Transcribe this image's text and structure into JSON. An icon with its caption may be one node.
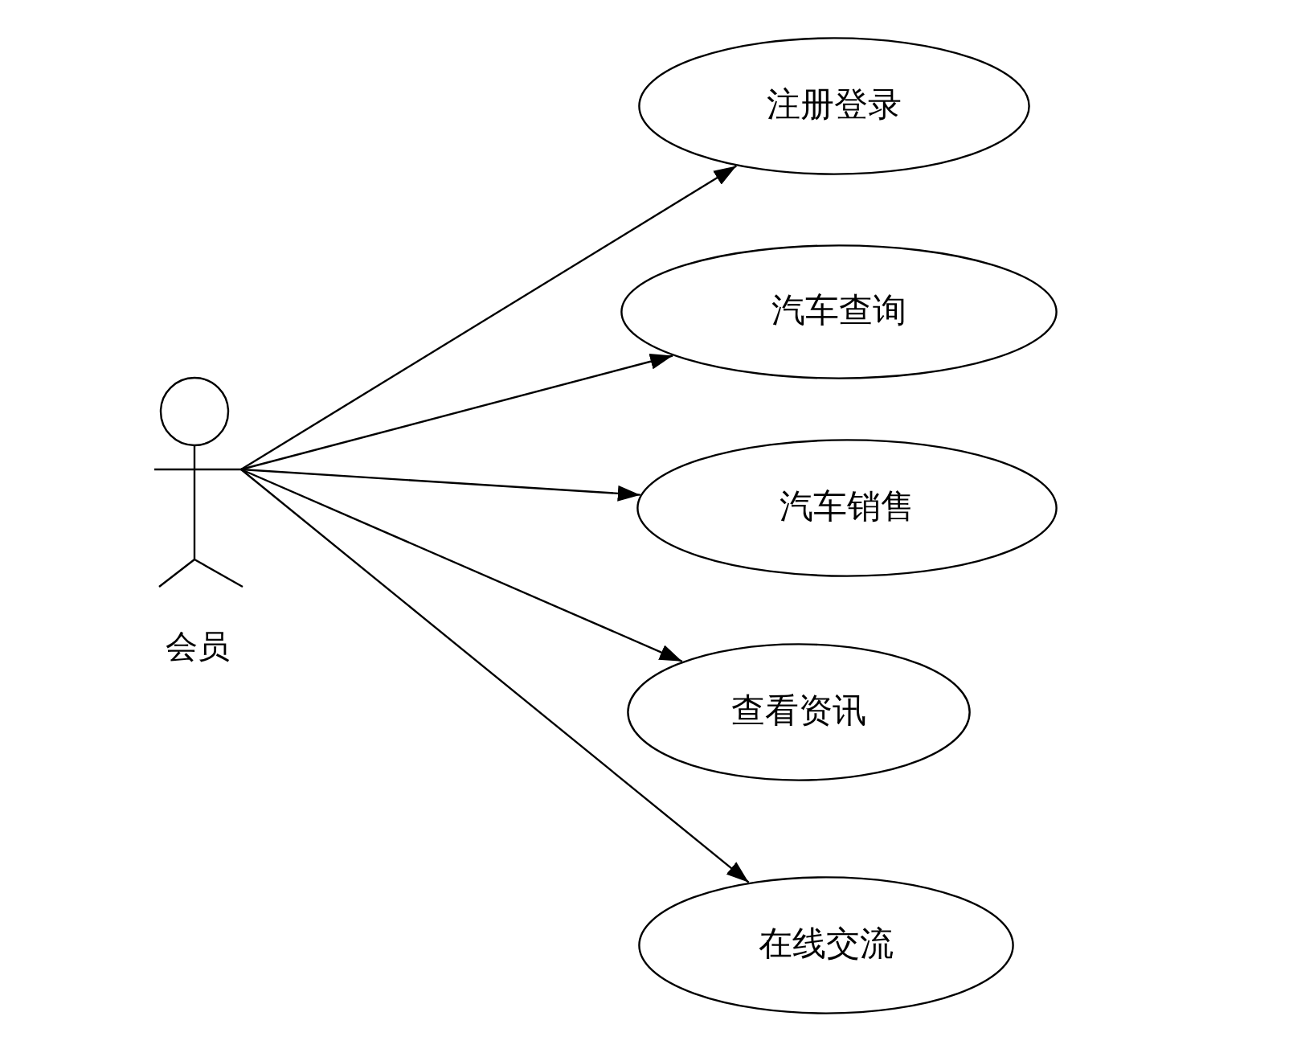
{
  "diagram": {
    "nodes": [
      {
        "text": [
          "会员"
        ]
      },
      {
        "text": [
          "注册登录"
        ]
      },
      {
        "text": [
          "汽车查询"
        ]
      },
      {
        "text": [
          "汽车销售"
        ]
      },
      {
        "text": [
          "查看资讯"
        ]
      },
      {
        "text": [
          "在线交流"
        ]
      }
    ],
    "edges": [
      {
        "from": 0,
        "to": 1,
        "arrow": "to"
      },
      {
        "from": 0,
        "to": 2,
        "arrow": "to"
      },
      {
        "from": 0,
        "to": 3,
        "arrow": "to"
      },
      {
        "from": 0,
        "to": 4,
        "arrow": "to"
      },
      {
        "from": 0,
        "to": 5,
        "arrow": "to"
      }
    ]
  }
}
